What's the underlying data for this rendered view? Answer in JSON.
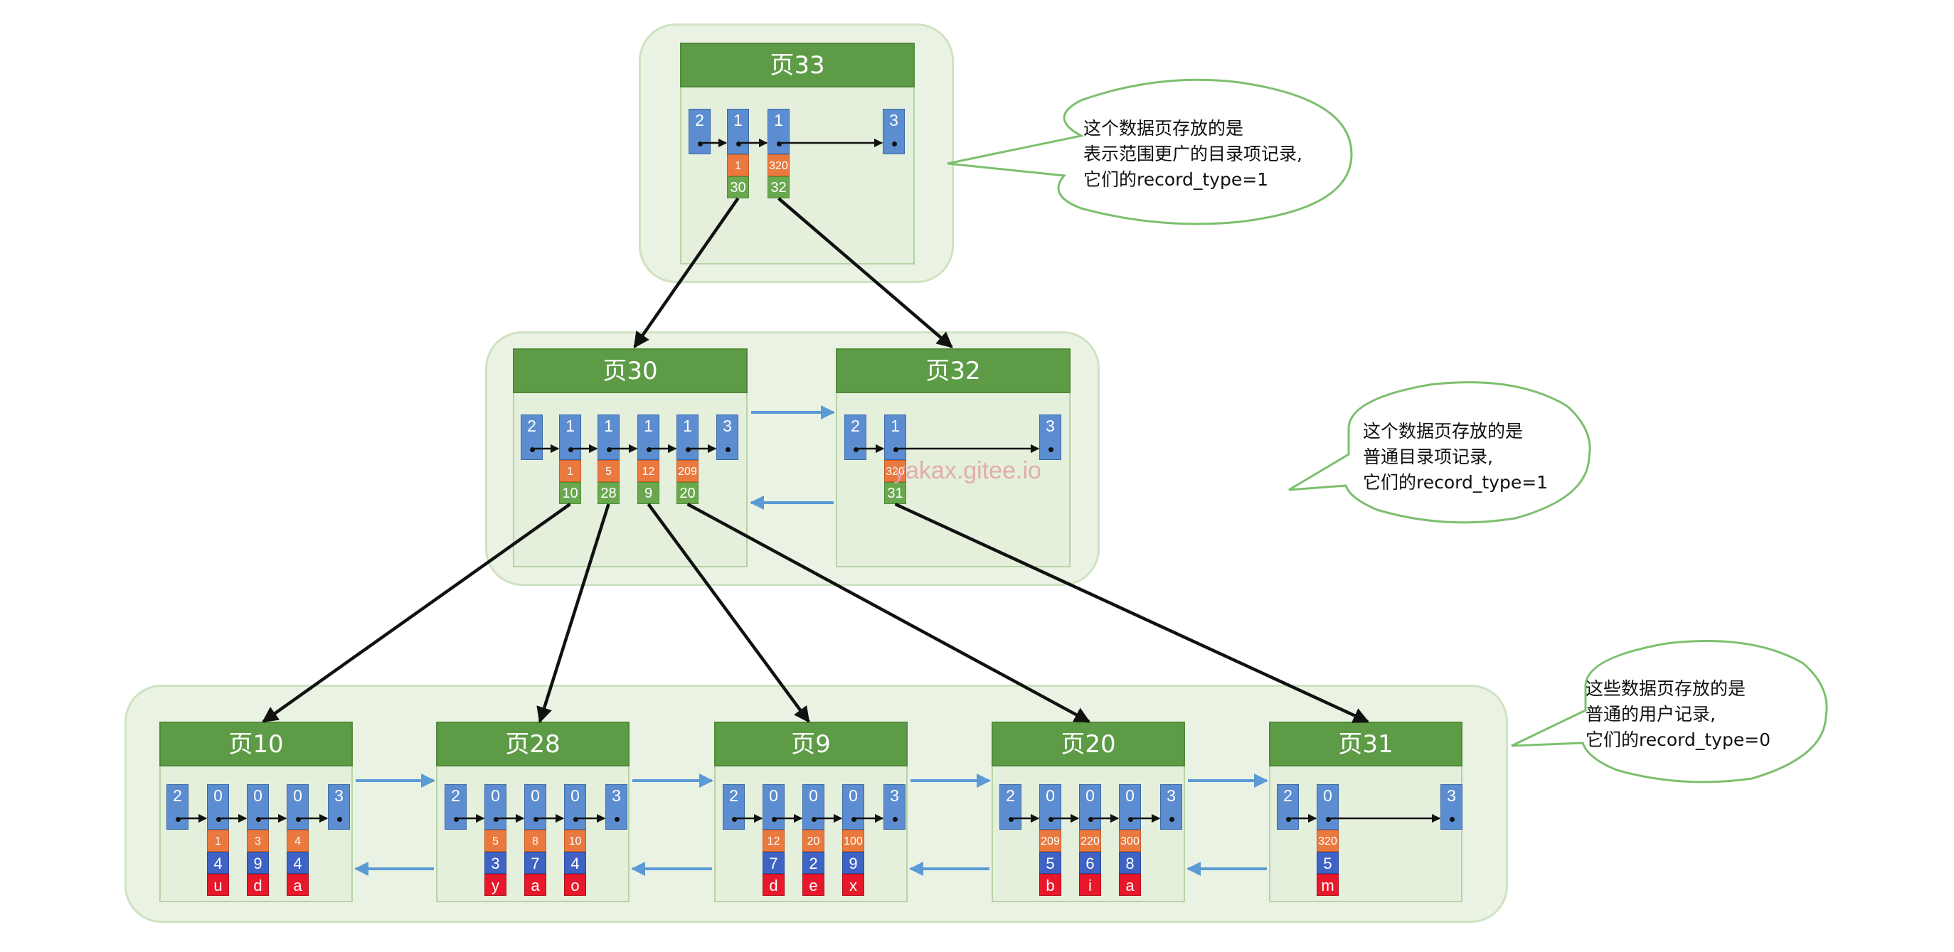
{
  "watermark": "yakax.gitee.io",
  "colors": {
    "page_title_bg": "#5e9b46",
    "header_cell": "#5b8dd0",
    "key_cell": "#e9793f",
    "page_no_cell": "#6aa84f",
    "c2_cell": "#3f63c4",
    "c3_cell": "#e8182a",
    "pointer_arrow": "#111111",
    "sibling_arrow": "#5b9bd5",
    "bubble_border": "#7cbf6e"
  },
  "pages": {
    "p33": {
      "title": "页33",
      "records": [
        {
          "type": "2"
        },
        {
          "type": "1",
          "key": "1",
          "page": "30"
        },
        {
          "type": "1",
          "key": "320",
          "page": "32"
        },
        {
          "type": "3"
        }
      ]
    },
    "p30": {
      "title": "页30",
      "records": [
        {
          "type": "2"
        },
        {
          "type": "1",
          "key": "1",
          "page": "10"
        },
        {
          "type": "1",
          "key": "5",
          "page": "28"
        },
        {
          "type": "1",
          "key": "12",
          "page": "9"
        },
        {
          "type": "1",
          "key": "209",
          "page": "20"
        },
        {
          "type": "3"
        }
      ]
    },
    "p32": {
      "title": "页32",
      "records": [
        {
          "type": "2"
        },
        {
          "type": "1",
          "key": "320",
          "page": "31"
        },
        {
          "type": "3"
        }
      ]
    },
    "p10": {
      "title": "页10",
      "records": [
        {
          "type": "2"
        },
        {
          "type": "0",
          "key": "1",
          "c2": "4",
          "c3": "u"
        },
        {
          "type": "0",
          "key": "3",
          "c2": "9",
          "c3": "d"
        },
        {
          "type": "0",
          "key": "4",
          "c2": "4",
          "c3": "a"
        },
        {
          "type": "3"
        }
      ]
    },
    "p28": {
      "title": "页28",
      "records": [
        {
          "type": "2"
        },
        {
          "type": "0",
          "key": "5",
          "c2": "3",
          "c3": "y"
        },
        {
          "type": "0",
          "key": "8",
          "c2": "7",
          "c3": "a"
        },
        {
          "type": "0",
          "key": "10",
          "c2": "4",
          "c3": "o"
        },
        {
          "type": "3"
        }
      ]
    },
    "p9": {
      "title": "页9",
      "records": [
        {
          "type": "2"
        },
        {
          "type": "0",
          "key": "12",
          "c2": "7",
          "c3": "d"
        },
        {
          "type": "0",
          "key": "20",
          "c2": "2",
          "c3": "e"
        },
        {
          "type": "0",
          "key": "100",
          "c2": "9",
          "c3": "x"
        },
        {
          "type": "3"
        }
      ]
    },
    "p20": {
      "title": "页20",
      "records": [
        {
          "type": "2"
        },
        {
          "type": "0",
          "key": "209",
          "c2": "5",
          "c3": "b"
        },
        {
          "type": "0",
          "key": "220",
          "c2": "6",
          "c3": "i"
        },
        {
          "type": "0",
          "key": "300",
          "c2": "8",
          "c3": "a"
        },
        {
          "type": "3"
        }
      ]
    },
    "p31": {
      "title": "页31",
      "records": [
        {
          "type": "2"
        },
        {
          "type": "0",
          "key": "320",
          "c2": "5",
          "c3": "m"
        },
        {
          "type": "3"
        }
      ]
    }
  },
  "callouts": {
    "top": {
      "lines": [
        "这个数据页存放的是",
        "表示范围更广的目录项记录,",
        "它们的record_type=1"
      ]
    },
    "middle": {
      "lines": [
        "这个数据页存放的是",
        "普通目录项记录,",
        "它们的record_type=1"
      ]
    },
    "bottom": {
      "lines": [
        "这些数据页存放的是",
        "普通的用户记录,",
        "它们的record_type=0"
      ]
    }
  }
}
